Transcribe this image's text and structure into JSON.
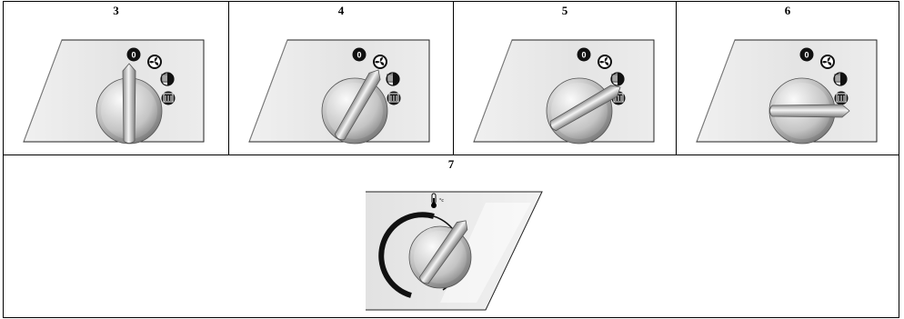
{
  "steps": [
    {
      "number": "3",
      "knob_angle_deg": 0
    },
    {
      "number": "4",
      "knob_angle_deg": 30
    },
    {
      "number": "5",
      "knob_angle_deg": 60
    },
    {
      "number": "6",
      "knob_angle_deg": 90
    },
    {
      "number": "7",
      "knob_angle_deg": 35
    }
  ],
  "icons": {
    "off_label": "0",
    "fan": "fan-icon",
    "grill": "grill-icon",
    "bottom_heat": "bottom-heat-icon",
    "thermometer": "thermometer-icon",
    "temp_unit": "°c"
  }
}
